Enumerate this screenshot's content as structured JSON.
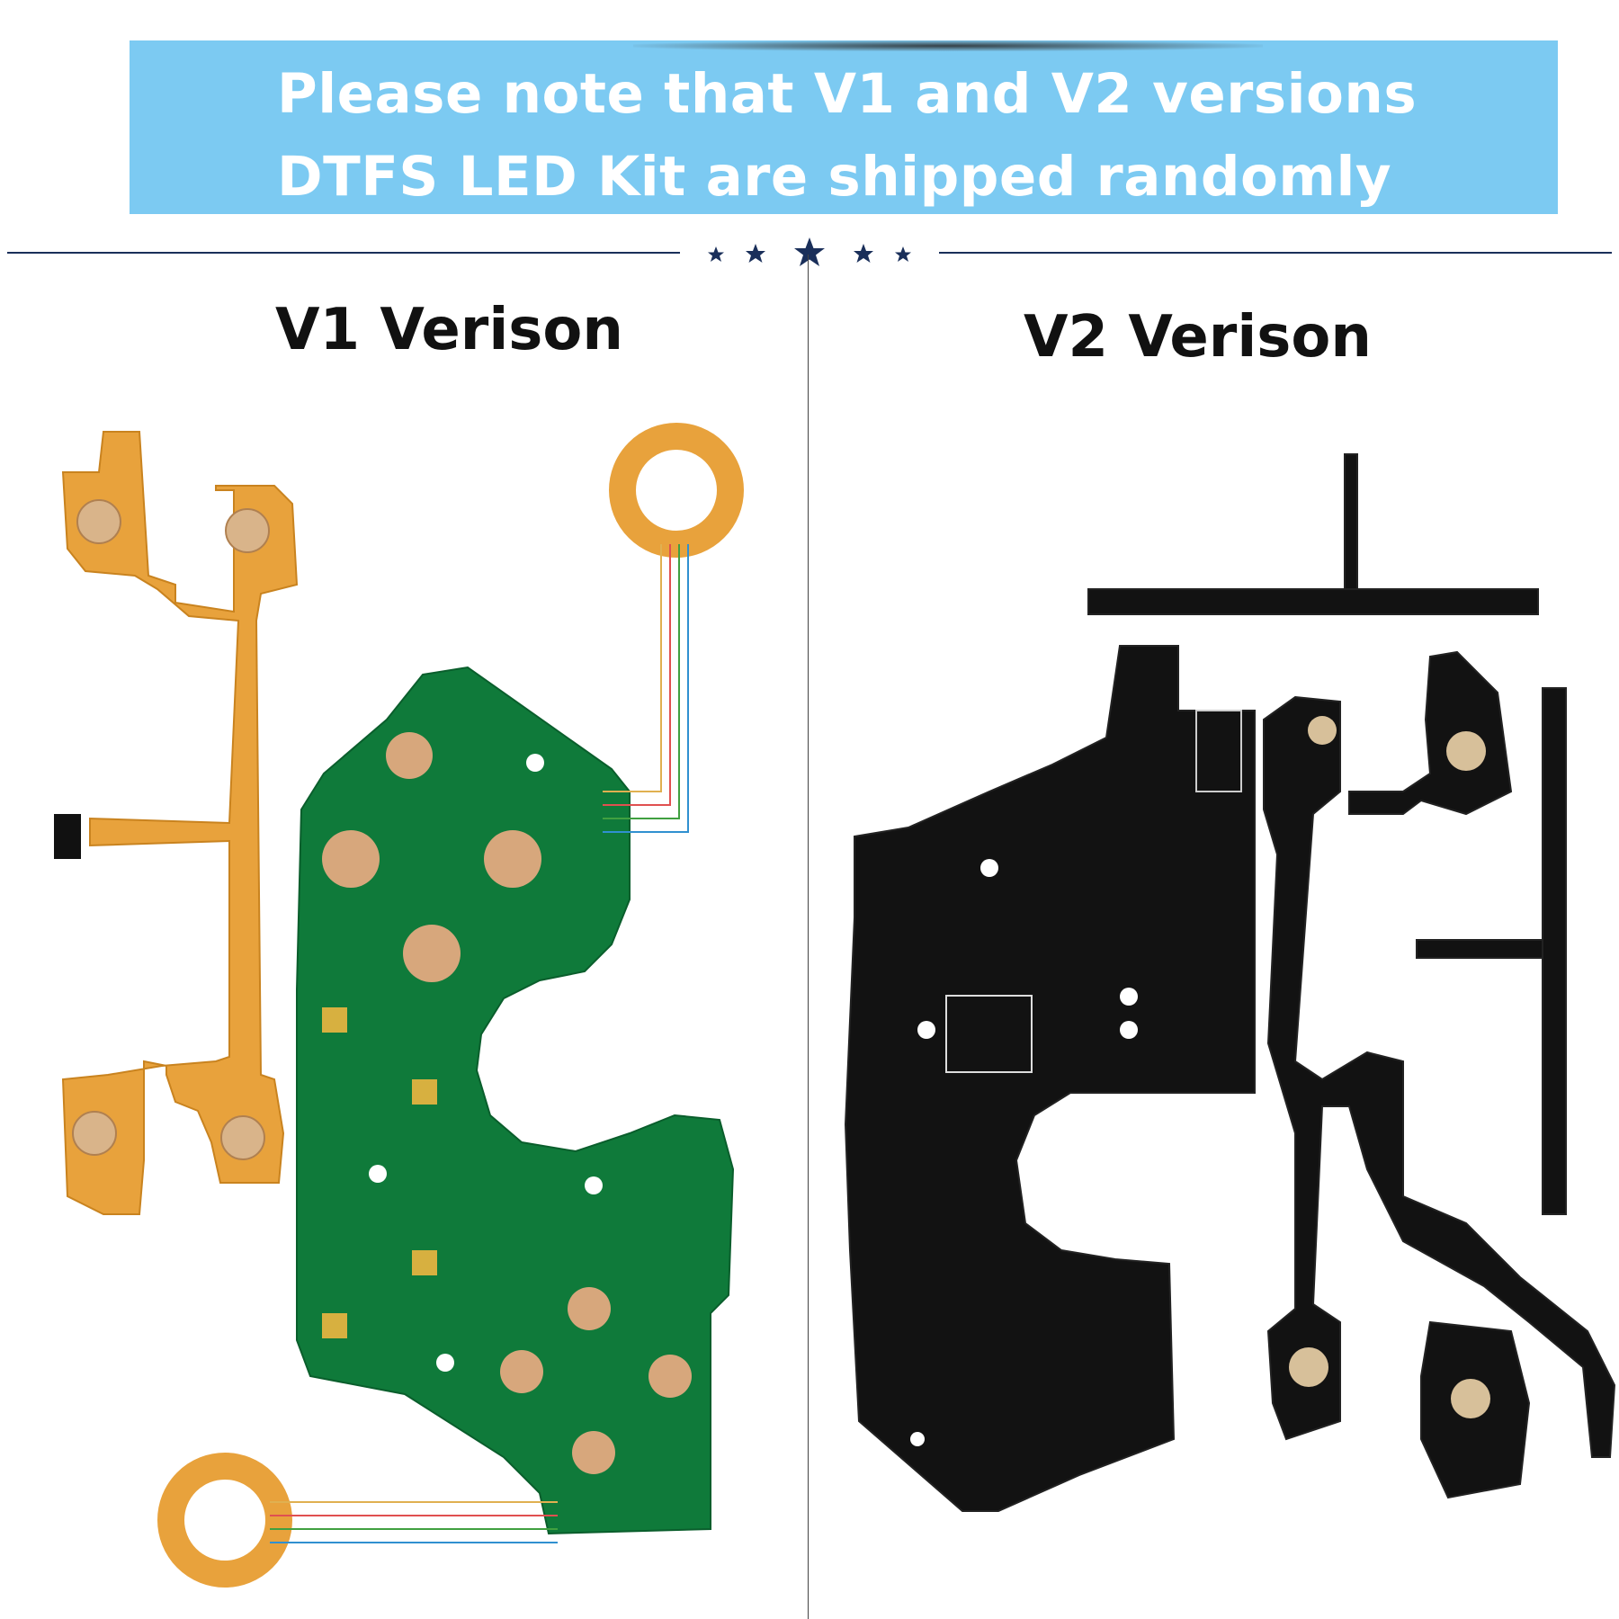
{
  "banner": {
    "line1": "Please note that V1 and V2 versions",
    "line2": "DTFS LED Kit are shipped randomly",
    "background_color": "#7ccaf2"
  },
  "divider": {
    "color": "#1a2f5a",
    "decoration": "five-stars"
  },
  "v1": {
    "title": "V1 Verison",
    "board_color": "#0f7a3a",
    "flex_color": "#e8a23c"
  },
  "v2": {
    "title": "V2 Verison",
    "board_color": "#121212"
  }
}
